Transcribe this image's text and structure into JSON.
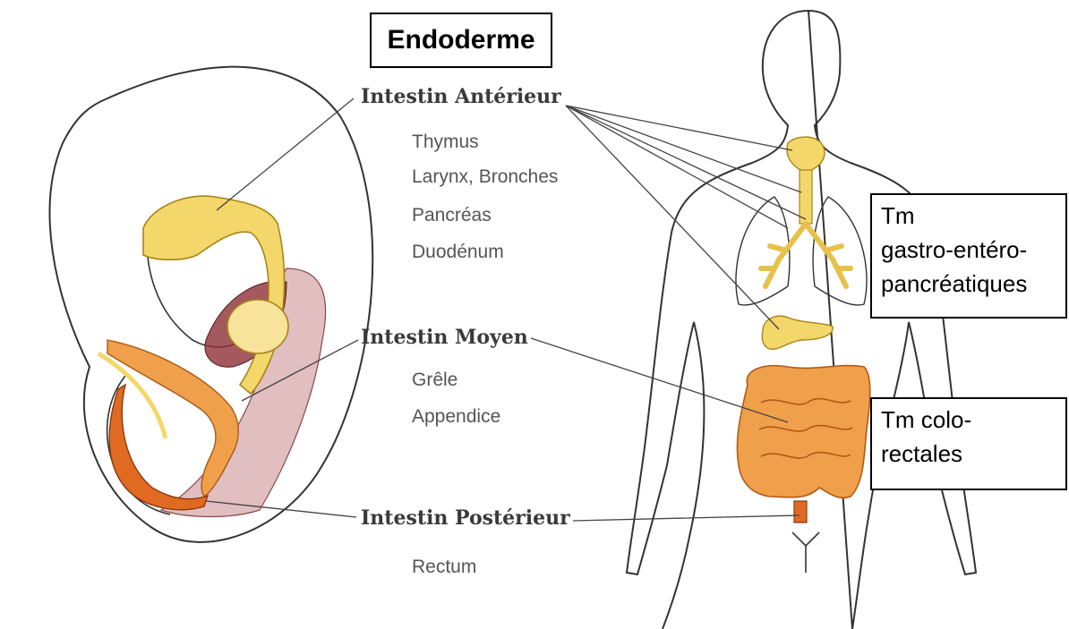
{
  "title": "Endoderme",
  "groups": [
    {
      "heading": "Intestin Antérieur",
      "items": [
        "Thymus",
        "Larynx, Bronches",
        "Pancréas",
        "Duodénum"
      ]
    },
    {
      "heading": "Intestin Moyen",
      "items": [
        "Grêle",
        "Appendice"
      ]
    },
    {
      "heading": "Intestin Postérieur",
      "items": [
        "Rectum"
      ]
    }
  ],
  "tumor_boxes": [
    {
      "lines": [
        "Tm",
        "gastro-entéro-",
        "pancréatiques"
      ]
    },
    {
      "lines": [
        "Tm colo-",
        "rectales"
      ]
    }
  ],
  "colors": {
    "foregut": "#f4d76a",
    "foregut_stroke": "#c9a227",
    "midgut": "#f0a04a",
    "hindgut": "#e06a22",
    "mesentery": "#c9888a",
    "outline": "#333333"
  },
  "icons": [
    "embryo-illustration",
    "human-body-silhouette",
    "thymus-icon",
    "bronchi-icon",
    "pancreas-icon",
    "colon-icon"
  ]
}
